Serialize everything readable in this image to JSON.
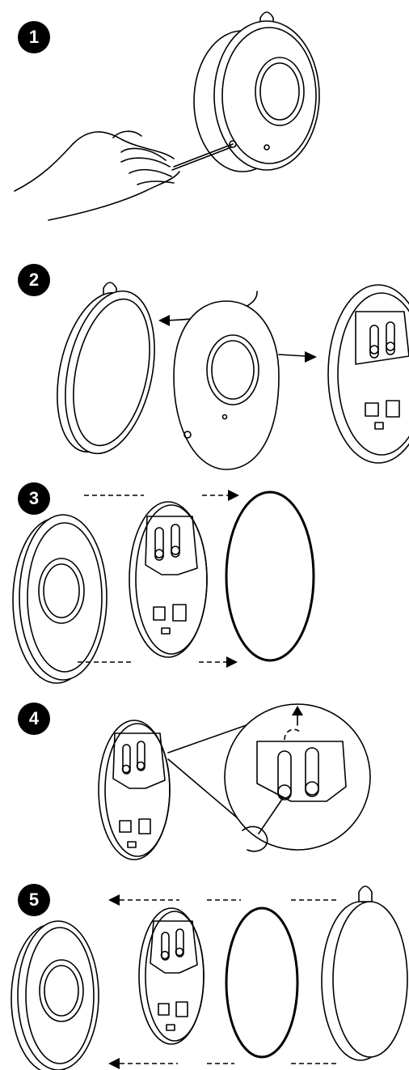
{
  "steps": [
    {
      "number": "1"
    },
    {
      "number": "2"
    },
    {
      "number": "3"
    },
    {
      "number": "4"
    },
    {
      "number": "5"
    }
  ],
  "colors": {
    "ink": "#000000",
    "paper": "#ffffff"
  },
  "icons": {
    "housing": "device-housing-icon",
    "cover": "front-cover-icon",
    "board": "circuit-board-icon",
    "gasket": "gasket-ring-icon",
    "hand": "hand-with-tool-icon",
    "arrow": "arrow-icon"
  }
}
